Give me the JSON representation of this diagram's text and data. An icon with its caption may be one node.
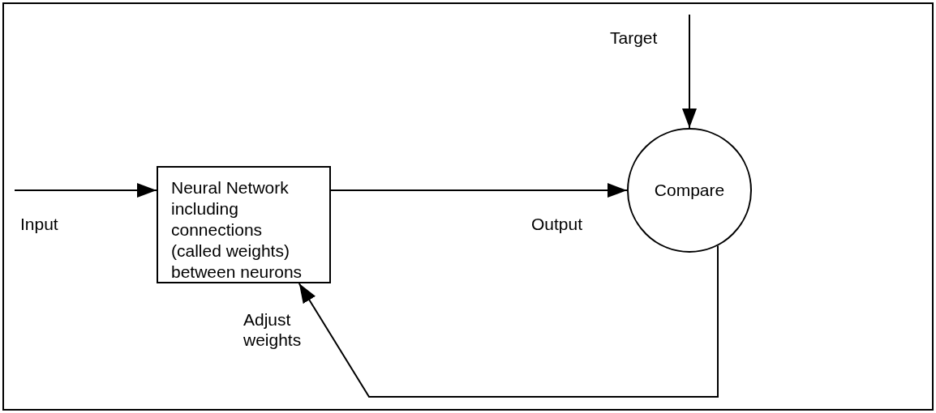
{
  "diagram": {
    "nodes": [
      {
        "text": [
          "Neural Network including connections (called weights) between neurons"
        ]
      },
      {
        "text": [
          "Compare"
        ]
      }
    ],
    "edges": [
      {
        "from": null,
        "to": 0,
        "arrow": "to",
        "label": "Input"
      },
      {
        "from": 0,
        "to": 1,
        "arrow": "to",
        "label": "Output"
      },
      {
        "from": null,
        "to": 1,
        "arrow": "to",
        "label": "Target"
      },
      {
        "from": 1,
        "to": 0,
        "arrow": "to",
        "label": "Adjust weights"
      }
    ]
  }
}
